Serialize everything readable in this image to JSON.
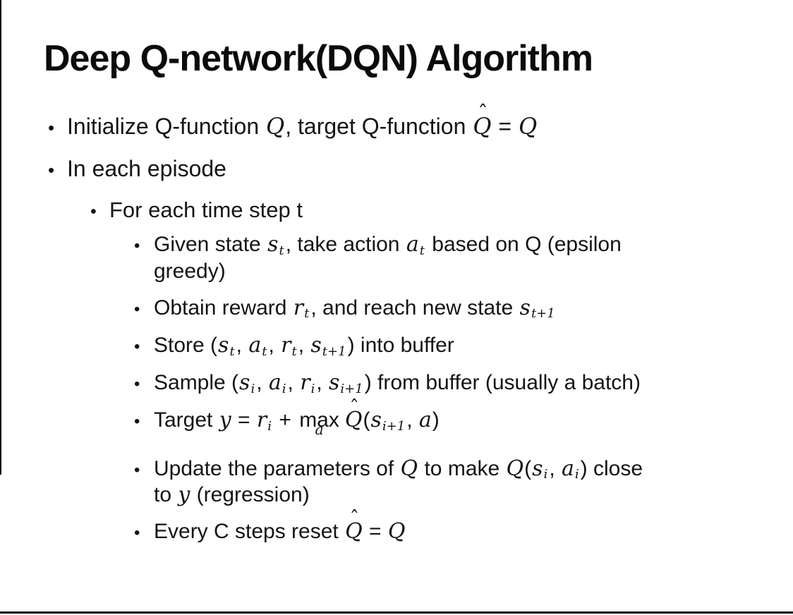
{
  "colors": {
    "background": "#ffffff",
    "text": "#141414",
    "title": "#0b0b0b",
    "border": "#000000"
  },
  "slide": {
    "title": "Deep Q-network(DQN) Algorithm",
    "bullet_glyph": "•",
    "bullets": [
      {
        "level": 1,
        "segments": [
          {
            "text": "Initialize Q-function "
          },
          {
            "math": "Q"
          },
          {
            "text": ", target Q-function "
          },
          {
            "math": "Q",
            "hat": true
          },
          {
            "text": " = "
          },
          {
            "math": "Q"
          }
        ]
      },
      {
        "level": 1,
        "segments": [
          {
            "text": "In each episode"
          }
        ]
      },
      {
        "level": 2,
        "segments": [
          {
            "text": "For each time step t"
          }
        ]
      },
      {
        "level": 3,
        "segments": [
          {
            "text": "Given state "
          },
          {
            "math": "s",
            "sub": "t"
          },
          {
            "text": ", take action "
          },
          {
            "math": "a",
            "sub": "t"
          },
          {
            "text": " based on Q (epsilon"
          },
          {
            "br": true
          },
          {
            "text": "greedy)"
          }
        ]
      },
      {
        "level": 3,
        "segments": [
          {
            "text": "Obtain reward "
          },
          {
            "math": "r",
            "sub": "t"
          },
          {
            "text": ", and reach new state "
          },
          {
            "math": "s",
            "sub": "t+1"
          }
        ]
      },
      {
        "level": 3,
        "segments": [
          {
            "text": "Store ("
          },
          {
            "math": "s",
            "sub": "t"
          },
          {
            "text": ", "
          },
          {
            "math": "a",
            "sub": "t"
          },
          {
            "text": ", "
          },
          {
            "math": "r",
            "sub": "t"
          },
          {
            "text": ", "
          },
          {
            "math": "s",
            "sub": "t+1"
          },
          {
            "text": ") into buffer"
          }
        ]
      },
      {
        "level": 3,
        "segments": [
          {
            "text": "Sample ("
          },
          {
            "math": "s",
            "sub": "i"
          },
          {
            "text": ", "
          },
          {
            "math": "a",
            "sub": "i"
          },
          {
            "text": ", "
          },
          {
            "math": "r",
            "sub": "i"
          },
          {
            "text": ", "
          },
          {
            "math": "s",
            "sub": "i+1"
          },
          {
            "text": ") from buffer (usually a batch)"
          }
        ]
      },
      {
        "level": 3,
        "segments": [
          {
            "text": "Target "
          },
          {
            "math": "y"
          },
          {
            "text": " = "
          },
          {
            "math": "r",
            "sub": "i"
          },
          {
            "text": " + "
          },
          {
            "op": "max",
            "under": "a"
          },
          {
            "math": "Q",
            "hat": true
          },
          {
            "text": "("
          },
          {
            "math": "s",
            "sub": "i+1"
          },
          {
            "text": ", "
          },
          {
            "math": "a"
          },
          {
            "text": ")"
          }
        ]
      },
      {
        "level": 3,
        "segments": [
          {
            "text": "Update the parameters of "
          },
          {
            "math": "Q"
          },
          {
            "text": " to make "
          },
          {
            "math": "Q"
          },
          {
            "text": "("
          },
          {
            "math": "s",
            "sub": "i"
          },
          {
            "text": ", "
          },
          {
            "math": "a",
            "sub": "i"
          },
          {
            "text": ") close"
          },
          {
            "br": true
          },
          {
            "text": "to "
          },
          {
            "math": "y"
          },
          {
            "text": " (regression)"
          }
        ]
      },
      {
        "level": 3,
        "segments": [
          {
            "text": "Every C steps reset "
          },
          {
            "math": "Q",
            "hat": true
          },
          {
            "text": " = "
          },
          {
            "math": "Q"
          }
        ]
      }
    ]
  }
}
